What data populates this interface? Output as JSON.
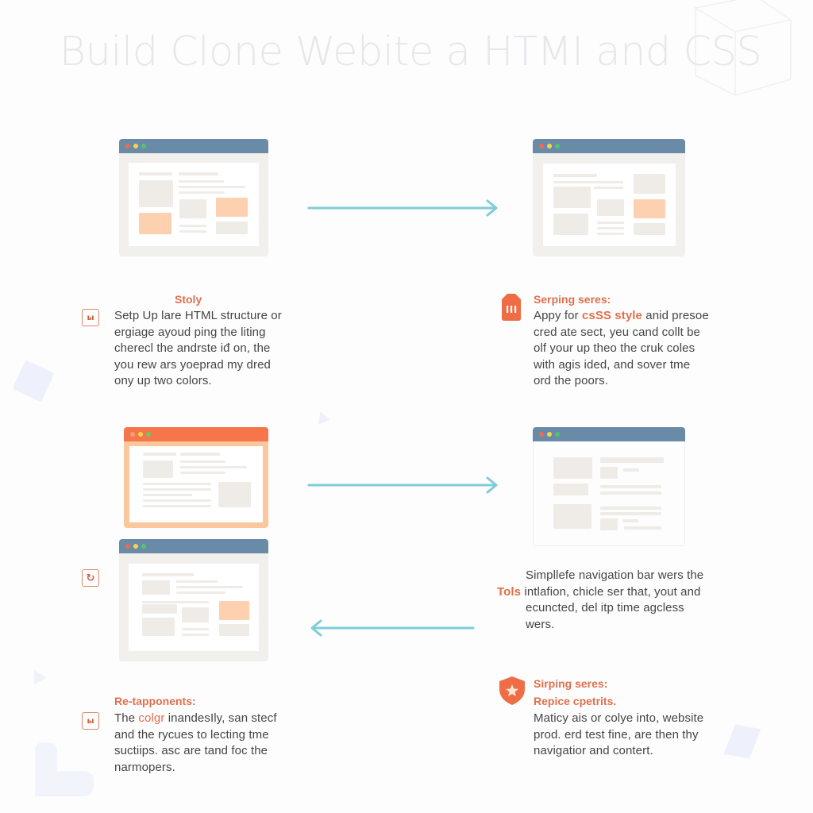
{
  "title": "Build Clone Webite a HTMI and CSS",
  "colors": {
    "accent_orange": "#e0704a",
    "arrow_teal": "#7fcdd6",
    "browser_bar_blue": "#6a8ba8",
    "browser_bar_orange": "#f5764a",
    "peach_block": "#fdd1b0",
    "title_grey": "#e7e7ea"
  },
  "steps": [
    {
      "id": "step-1",
      "heading": "Stoly",
      "icon": "code-box-icon",
      "icon_glyph": "ы",
      "lines": [
        "Setp Up lare HTML structure or",
        "ergiage ayoud ping the liting",
        "cherecl the andrste iđ on, the",
        "you rew ars yoeprad my dred",
        "ony up two colors."
      ]
    },
    {
      "id": "step-2",
      "heading": "Serping seres:",
      "icon": "sim-card-icon",
      "body_prefix": "Appy for ",
      "body_highlight": "csSS style",
      "body_suffix": " anid presoe",
      "lines": [
        "cred ate sect, yeu cand collt be",
        "olf your up theo the cruk coles",
        "with agis ided, and sover tme",
        "ord the poors."
      ]
    },
    {
      "id": "step-3",
      "side_label": "Tols",
      "lines": [
        "Simpllefe navigation bar wers the",
        "intlafion, chicle ser that, yout and",
        "ecuncted, del itp time agcless",
        "wers."
      ]
    },
    {
      "id": "step-4",
      "heading": "Re-tapponents:",
      "icon": "code-box-icon",
      "icon_glyph": "ы",
      "body_prefix": "The ",
      "body_highlight": "colgr",
      "body_suffix": " inandesIly, san stecf",
      "lines": [
        "and the rycues to lecting tme",
        "suctiips. asc are tand foc the",
        "narmopers."
      ]
    },
    {
      "id": "step-5",
      "heading": "Sirping seres:",
      "subheading": "Repice cpetrits.",
      "icon": "shield-star-icon",
      "lines": [
        "Maticy ais or colye into, website",
        "prod. erd test fine, are then thy",
        "navigatior and contert."
      ]
    }
  ],
  "side_icons": [
    {
      "id": "refresh-box",
      "icon": "refresh-box-icon",
      "glyph": "↻"
    }
  ],
  "arrows": [
    {
      "id": "arrow-1",
      "direction": "right"
    },
    {
      "id": "arrow-2",
      "direction": "right"
    },
    {
      "id": "arrow-3",
      "direction": "left"
    }
  ],
  "browsers": [
    {
      "id": "browser-1",
      "theme": "blue"
    },
    {
      "id": "browser-2",
      "theme": "blue"
    },
    {
      "id": "browser-3",
      "theme": "orange"
    },
    {
      "id": "browser-4",
      "theme": "blue"
    },
    {
      "id": "browser-5",
      "theme": "blue"
    }
  ]
}
